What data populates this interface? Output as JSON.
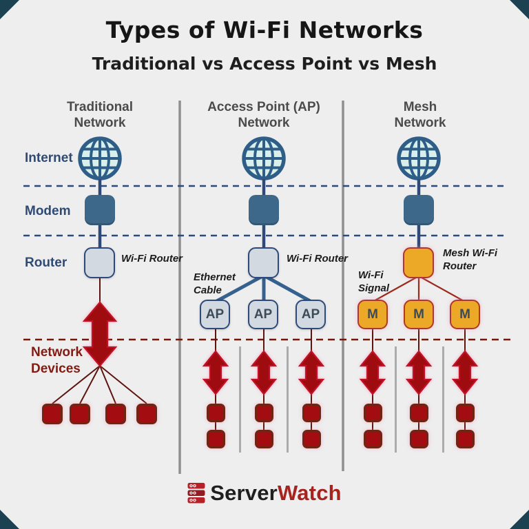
{
  "title": "Types of Wi-Fi Networks",
  "subtitle": "Traditional vs Access Point vs Mesh",
  "row_labels": {
    "internet": "Internet",
    "modem": "Modem",
    "router": "Router",
    "devices": "Network\nDevices"
  },
  "columns": {
    "traditional": {
      "header": "Traditional\nNetwork",
      "router_annotation": "Wi-Fi Router"
    },
    "access_point": {
      "header": "Access Point (AP)\nNetwork",
      "router_annotation": "Wi-Fi Router",
      "cable_annotation": "Ethernet\nCable",
      "ap_labels": [
        "AP",
        "AP",
        "AP"
      ]
    },
    "mesh": {
      "header": "Mesh\nNetwork",
      "router_annotation": "Mesh Wi-Fi\nRouter",
      "signal_annotation": "Wi-Fi\nSignal",
      "node_labels": [
        "M",
        "M",
        "M"
      ]
    }
  },
  "footer": {
    "brand_part1": "Server",
    "brand_part2": "Watch"
  },
  "icons": {
    "internet": "globe-icon",
    "logo": "server-stack-icon"
  },
  "colors": {
    "background": "#eeeeee",
    "navy_accent": "#2e4a7a",
    "steel_blue": "#3e6889",
    "light_device": "#d2d9e0",
    "gold": "#eca827",
    "gold_border": "#ae3a25",
    "arrow_red": "#9e0c10",
    "device_red": "#a30d11",
    "maroon_text": "#851a11",
    "divider_gray": "#8f8f8f",
    "brand_red": "#a6241f"
  }
}
